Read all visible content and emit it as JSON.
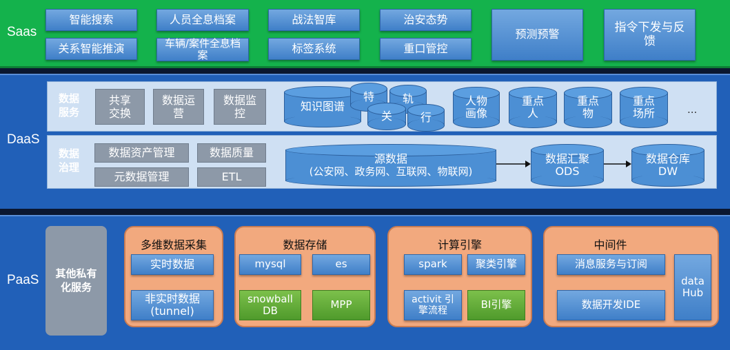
{
  "saas": {
    "label": "Saas",
    "items": [
      "智能搜索",
      "关系智能推演",
      "人员全息档案",
      "车辆/案件全息档案",
      "战法智库",
      "标签系统",
      "治安态势",
      "重口管控",
      "预测预警",
      "指令下发与反馈"
    ]
  },
  "daas": {
    "label": "DaaS",
    "service": {
      "side_label": "数据服务",
      "boxes": [
        "共享交换",
        "数据运营",
        "数据监控"
      ],
      "cylinders": [
        "知识图谱",
        "特",
        "轨",
        "关",
        "行",
        "人物画像",
        "重点人",
        "重点物",
        "重点场所"
      ],
      "ellipsis": "..."
    },
    "governance": {
      "side_label": "数据治理",
      "boxes": [
        "数据资产管理",
        "数据质量",
        "元数据管理",
        "ETL"
      ],
      "source": {
        "title": "源数据",
        "subtitle": "(公安网、政务网、互联网、物联网)"
      },
      "ods": "数据汇聚ODS",
      "dw": "数据仓库DW"
    }
  },
  "paas": {
    "label": "PaaS",
    "private": "其他私有化服务",
    "collect": {
      "title": "多维数据采集",
      "items": [
        "实时数据",
        "非实时数据(tunnel)"
      ]
    },
    "storage": {
      "title": "数据存储",
      "items": [
        "mysql",
        "es",
        "snowball DB",
        "MPP"
      ]
    },
    "compute": {
      "title": "计算引擎",
      "items": [
        "spark",
        "聚类引擎",
        "activit 引擎流程",
        "BI引擎"
      ]
    },
    "middleware": {
      "title": "中间件",
      "items": [
        "消息服务与订阅",
        "数据开发IDE",
        "data Hub"
      ]
    }
  },
  "colors": {
    "saas_band": "#12b04a",
    "daas_band": "#1f5cb5",
    "paas_band": "#1f5cb5",
    "button": "#4a8ad0",
    "panel": "#f2a97e"
  }
}
